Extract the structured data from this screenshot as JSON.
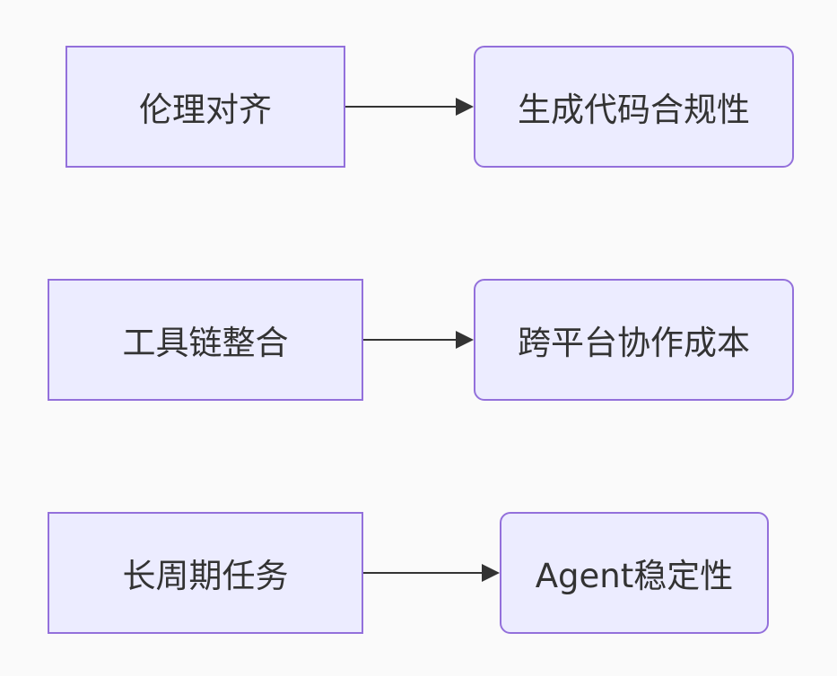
{
  "diagram": {
    "nodes": [
      {
        "id": "ethics",
        "label": "伦理对齐",
        "shape": "rect"
      },
      {
        "id": "codegen",
        "label": "生成代码合规性",
        "shape": "rounded"
      },
      {
        "id": "toolchain",
        "label": "工具链整合",
        "shape": "rect"
      },
      {
        "id": "crossplatform",
        "label": "跨平台协作成本",
        "shape": "rounded"
      },
      {
        "id": "longtask",
        "label": "长周期任务",
        "shape": "rect"
      },
      {
        "id": "agent",
        "label": "Agent稳定性",
        "shape": "rounded"
      }
    ],
    "edges": [
      {
        "from": "ethics",
        "to": "codegen"
      },
      {
        "from": "toolchain",
        "to": "crossplatform"
      },
      {
        "from": "longtask",
        "to": "agent"
      }
    ],
    "colors": {
      "background": "#fafafa",
      "node_fill": "#ececff",
      "node_border": "#9370db",
      "text": "#333333",
      "edge": "#333333"
    }
  }
}
